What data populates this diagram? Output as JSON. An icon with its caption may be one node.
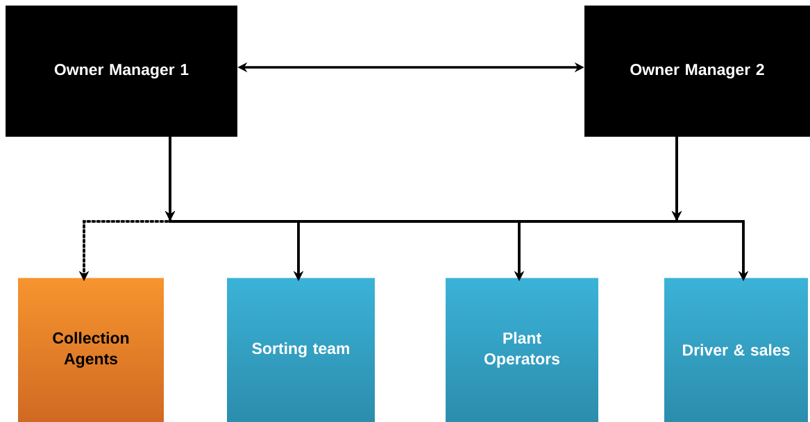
{
  "diagram": {
    "nodes": [
      {
        "text": [
          "Owner Manager 1"
        ]
      },
      {
        "text": [
          "Owner Manager 2"
        ]
      },
      {
        "text": [
          "Collection Agents"
        ]
      },
      {
        "text": [
          "Sorting team"
        ]
      },
      {
        "text": [
          "Plant Operators"
        ]
      },
      {
        "text": [
          "Driver & sales"
        ]
      }
    ],
    "edges": [
      {
        "from": 0,
        "to": 1,
        "arrow": "both"
      },
      {
        "from": 0,
        "to": 2,
        "arrow": "to",
        "style": "dashed"
      },
      {
        "from": 0,
        "to": 3,
        "arrow": "to"
      },
      {
        "from": 0,
        "to": 4,
        "arrow": "to"
      },
      {
        "from": 0,
        "to": 5,
        "arrow": "to"
      },
      {
        "from": 1,
        "to": 2,
        "arrow": "to",
        "style": "dashed"
      },
      {
        "from": 1,
        "to": 3,
        "arrow": "to"
      },
      {
        "from": 1,
        "to": 4,
        "arrow": "to"
      },
      {
        "from": 1,
        "to": 5,
        "arrow": "to"
      }
    ]
  }
}
